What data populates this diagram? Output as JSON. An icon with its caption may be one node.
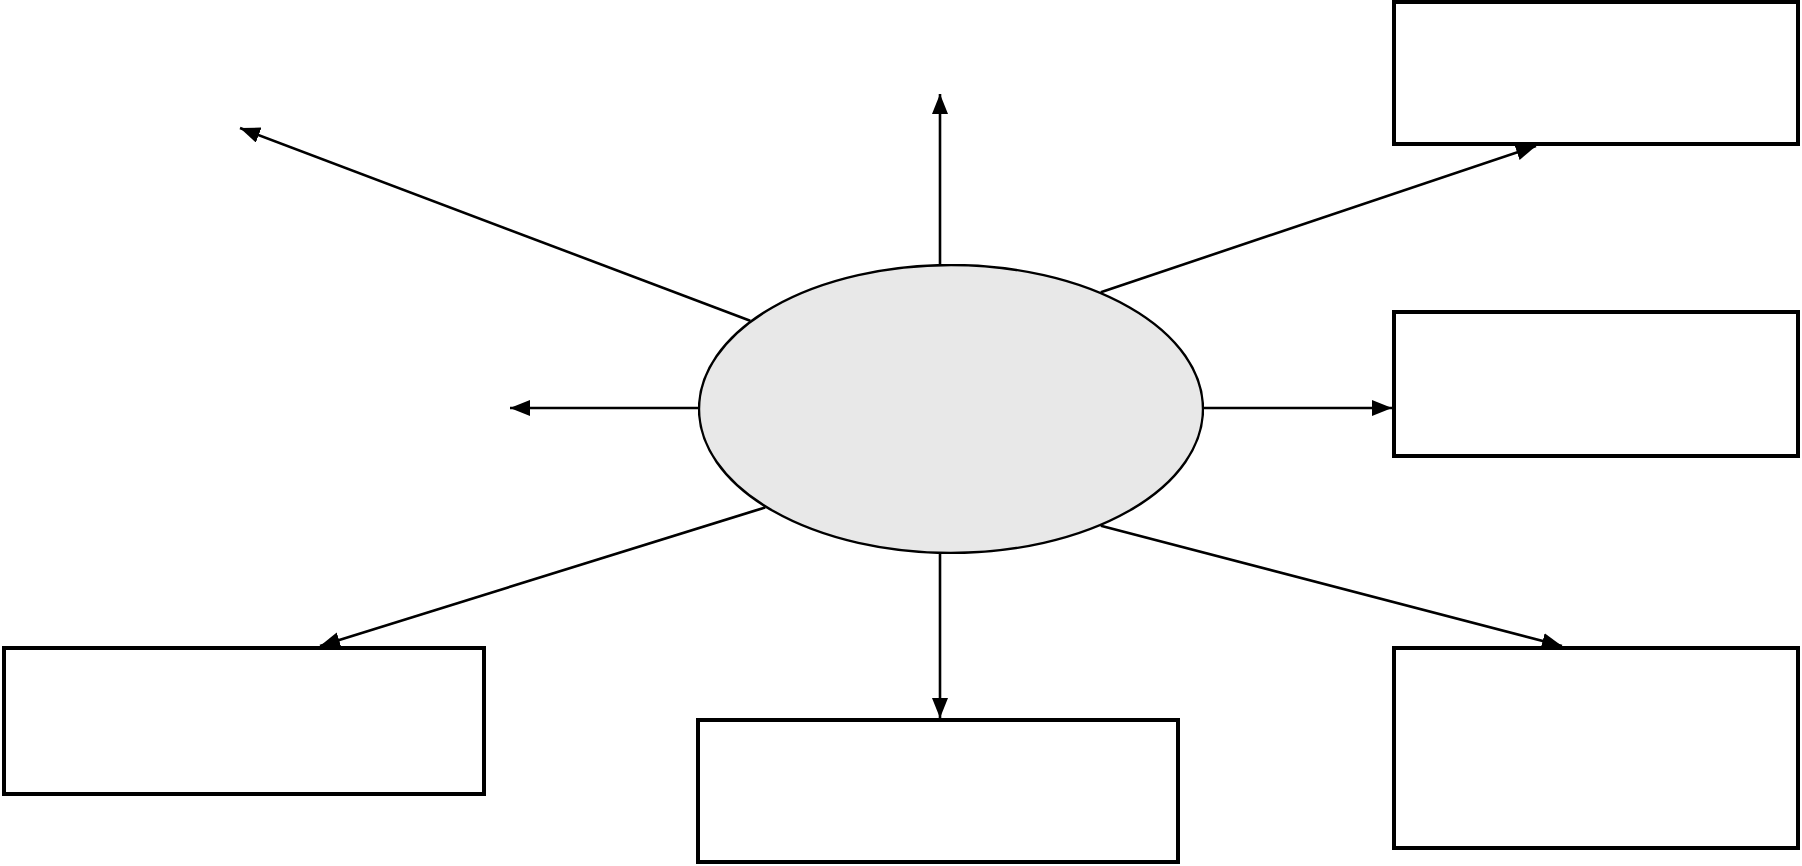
{
  "diagram": {
    "nodes": [
      {
        "text": [],
        "shape": "ellipse"
      },
      {
        "text": [],
        "shape": "box"
      },
      {
        "text": [],
        "shape": "box"
      },
      {
        "text": [],
        "shape": "box"
      },
      {
        "text": [],
        "shape": "box"
      },
      {
        "text": [],
        "shape": "box"
      }
    ],
    "edges": [
      {
        "from": 0,
        "to": 1,
        "arrow": "to"
      },
      {
        "from": 0,
        "to": 2,
        "arrow": "to"
      },
      {
        "from": 0,
        "to": 3,
        "arrow": "to"
      },
      {
        "from": 0,
        "to": 4,
        "arrow": "to"
      },
      {
        "from": 0,
        "to": 5,
        "arrow": "to"
      },
      {
        "from": 0,
        "to": null,
        "arrow": "to"
      },
      {
        "from": 0,
        "to": null,
        "arrow": "to"
      },
      {
        "from": 0,
        "to": null,
        "arrow": "to"
      }
    ]
  }
}
